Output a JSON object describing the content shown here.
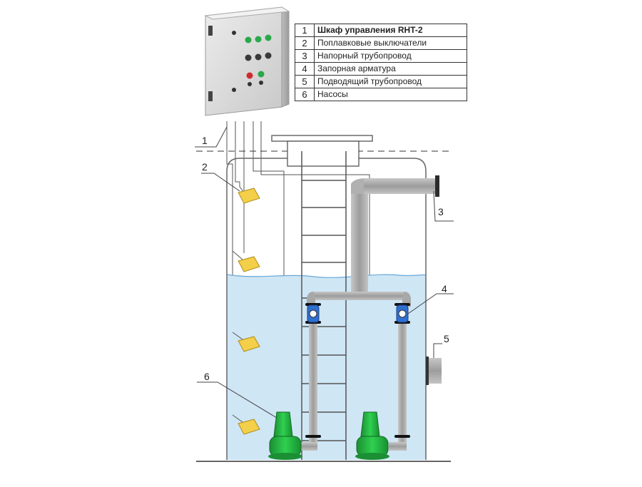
{
  "legend": [
    {
      "num": "1",
      "text": "Шкаф управления RHT-2"
    },
    {
      "num": "2",
      "text": "Поплавковые выключатели"
    },
    {
      "num": "3",
      "text": "Напорный трубопровод"
    },
    {
      "num": "4",
      "text": "Запорная арматура"
    },
    {
      "num": "5",
      "text": "Подводящий трубопровод"
    },
    {
      "num": "6",
      "text": "Насосы"
    }
  ],
  "callouts": {
    "c1": "1",
    "c2": "2",
    "c3": "3",
    "c4": "4",
    "c5": "5",
    "c6": "6"
  },
  "colors": {
    "water": "#cfe6f5",
    "pipe": "#a8a8a8",
    "pump": "#1fa83a",
    "valve": "#2f6fd0",
    "float": "#f3cf4a",
    "cabinet": "#d8d8d8"
  }
}
